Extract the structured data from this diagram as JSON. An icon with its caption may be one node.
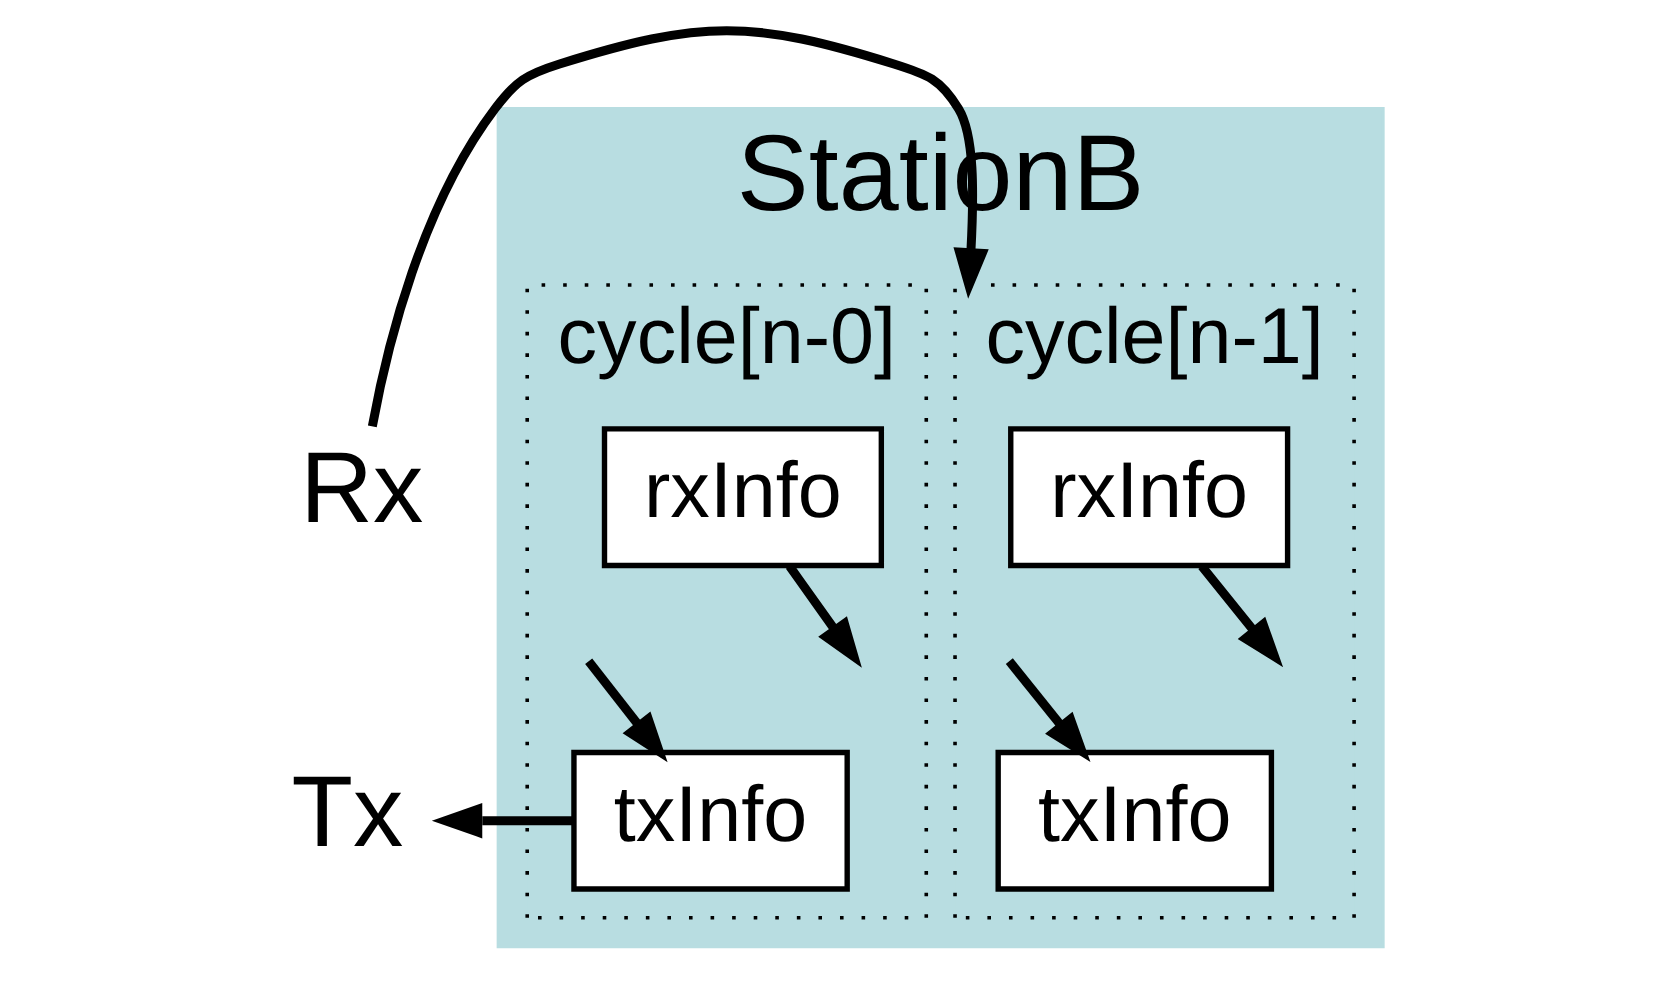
{
  "diagram": {
    "nodes": [
      {
        "text": [
          "StationB"
        ]
      },
      {
        "text": [
          "cycle[n-1]"
        ],
        "in": 0
      },
      {
        "text": [
          "rxInfo"
        ],
        "in": 1
      },
      {
        "text": [
          "txInfo"
        ],
        "in": 1
      },
      {
        "text": [
          "cycle[n-0]"
        ],
        "in": 0
      },
      {
        "text": [
          "rxInfo"
        ],
        "in": 4
      },
      {
        "text": [
          "txInfo"
        ],
        "in": 4
      },
      {
        "text": [
          "Rx"
        ]
      },
      {
        "text": [
          "Tx"
        ]
      }
    ],
    "edges": [
      {
        "from": 7,
        "to": 1,
        "arrow": "to"
      },
      {
        "from": 2,
        "to": null,
        "arrow": "to"
      },
      {
        "from": null,
        "to": 3,
        "arrow": "to"
      },
      {
        "from": 5,
        "to": null,
        "arrow": "to"
      },
      {
        "from": null,
        "to": 6,
        "arrow": "to"
      },
      {
        "from": 6,
        "to": 8,
        "arrow": "to"
      }
    ]
  }
}
